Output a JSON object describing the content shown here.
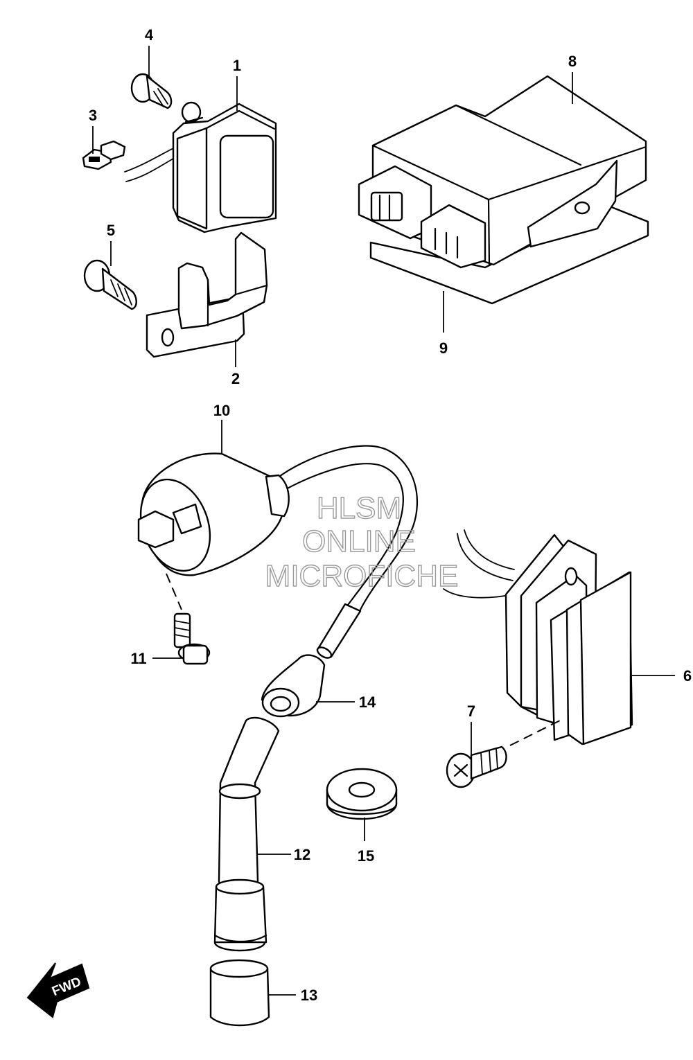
{
  "watermark": {
    "line1": "HLSM",
    "line2": "ONLINE",
    "line3": "MICROFICHE"
  },
  "fwd_label": "FWD",
  "callouts": {
    "c1": "1",
    "c2": "2",
    "c3": "3",
    "c4": "4",
    "c5": "5",
    "c6": "6",
    "c7": "7",
    "c8": "8",
    "c9": "9",
    "c10": "10",
    "c11": "11",
    "c12": "12",
    "c13": "13",
    "c14": "14",
    "c15": "15"
  }
}
